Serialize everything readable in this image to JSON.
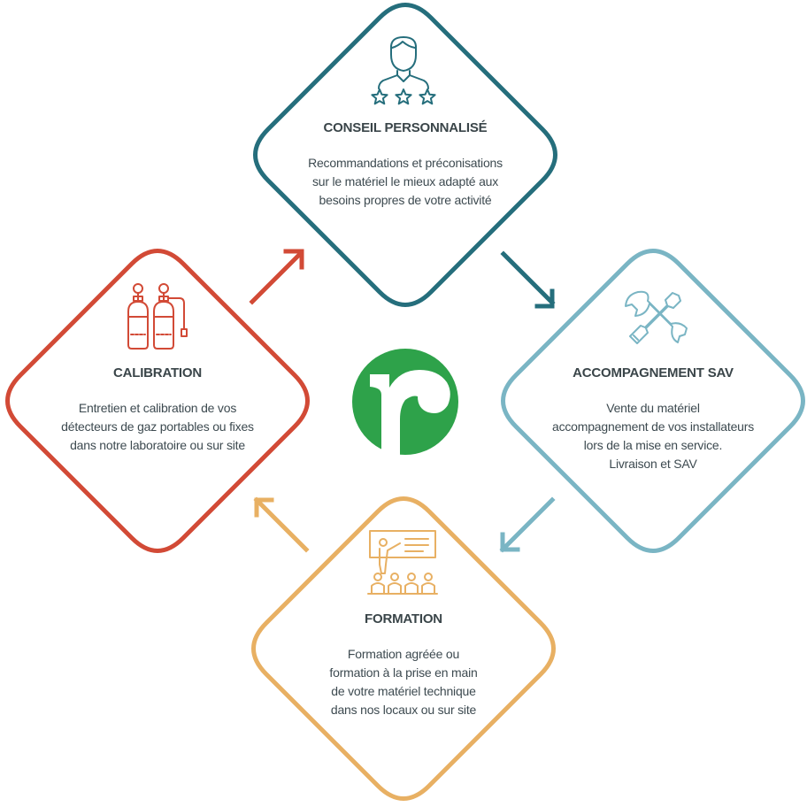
{
  "colors": {
    "conseil": "#256e7c",
    "sav": "#7ab5c4",
    "formation": "#e8b063",
    "calibration": "#d24a36",
    "logo": "#2ea24a"
  },
  "logo": {
    "letter": "r",
    "icon": "brand-logo-icon"
  },
  "nodes": [
    {
      "id": "conseil",
      "icon": "consultant-rating-icon",
      "title": "CONSEIL PERSONNALISÉ",
      "lines": [
        "Recommandations et préconisations",
        "sur le matériel le mieux adapté aux",
        "besoins propres de votre activité"
      ]
    },
    {
      "id": "sav",
      "icon": "wrench-screwdriver-icon",
      "title": "ACCOMPAGNEMENT SAV",
      "lines": [
        "Vente du matériel",
        "accompagnement de vos installateurs",
        "lors de la mise en service.",
        "Livraison et SAV"
      ]
    },
    {
      "id": "formation",
      "icon": "training-presentation-icon",
      "title": "FORMATION",
      "lines": [
        "Formation agréée ou",
        "formation à la prise en main",
        "de votre matériel technique",
        "dans nos locaux ou sur site"
      ]
    },
    {
      "id": "calibration",
      "icon": "gas-cylinders-icon",
      "title": "CALIBRATION",
      "lines": [
        "Entretien et calibration de vos",
        "détecteurs de gaz portables ou fixes",
        "dans notre laboratoire ou sur site"
      ]
    }
  ]
}
